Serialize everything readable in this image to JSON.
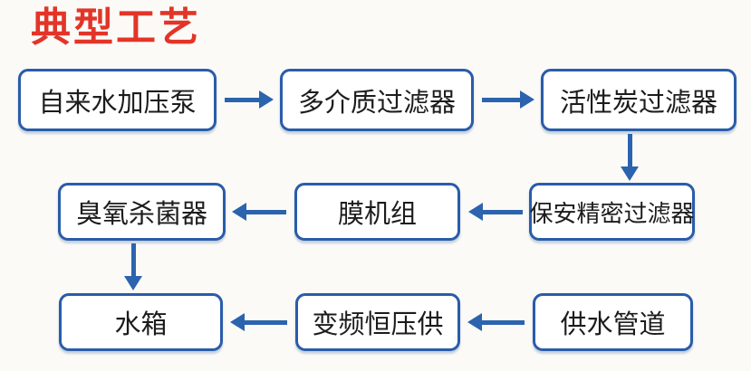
{
  "page": {
    "background_color": "#fbfaf7"
  },
  "diagram": {
    "title": "典型工艺",
    "title_color": "#e23528",
    "box_border_color": "#2a5ca9",
    "arrow_color": "#2b63ae",
    "text_color": "#1c1c1c",
    "nodes": {
      "tap_water_pump": "自来水加压泵",
      "multi_media_filter": "多介质过滤器",
      "activated_carbon_filter": "活性炭过滤器",
      "security_precision_filter": "保安精密过滤器",
      "membrane_unit": "膜机组",
      "ozone_sterilizer": "臭氧杀菌器",
      "water_tank": "水箱",
      "vfd_constant_pressure_supply": "变频恒压供",
      "water_supply_pipeline": "供水管道"
    },
    "edges": [
      {
        "from": "tap_water_pump",
        "to": "multi_media_filter",
        "direction": "right"
      },
      {
        "from": "multi_media_filter",
        "to": "activated_carbon_filter",
        "direction": "right"
      },
      {
        "from": "activated_carbon_filter",
        "to": "security_precision_filter",
        "direction": "down"
      },
      {
        "from": "security_precision_filter",
        "to": "membrane_unit",
        "direction": "left"
      },
      {
        "from": "membrane_unit",
        "to": "ozone_sterilizer",
        "direction": "left"
      },
      {
        "from": "ozone_sterilizer",
        "to": "water_tank",
        "direction": "down"
      },
      {
        "from": "water_supply_pipeline",
        "to": "vfd_constant_pressure_supply",
        "direction": "left"
      },
      {
        "from": "vfd_constant_pressure_supply",
        "to": "water_tank",
        "direction": "left"
      }
    ]
  }
}
